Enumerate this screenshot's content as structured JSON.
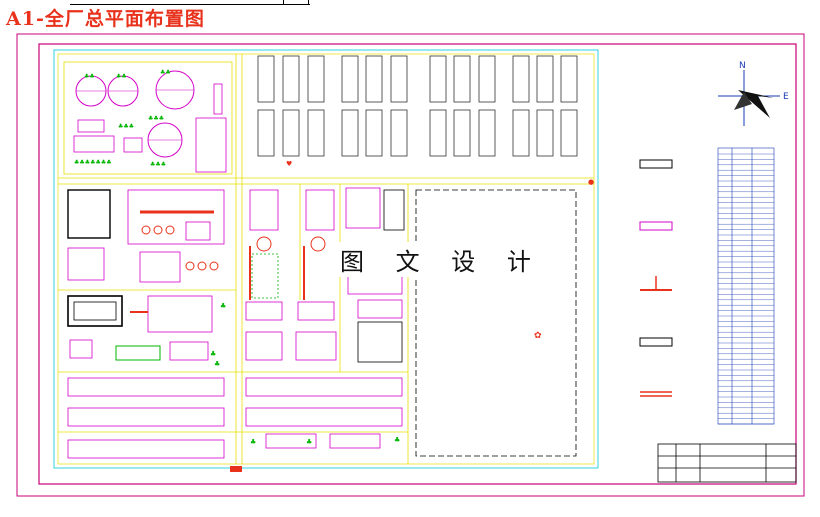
{
  "drawing": {
    "title": "A1-全厂总平面布置图",
    "watermark": "图 文 设 计"
  },
  "compass": {
    "north_label": "N",
    "east_label": "E"
  },
  "colors": {
    "frame": "#c8007a",
    "building": "#d400c8",
    "road": "#e8e000",
    "green": "#00b400",
    "grid_cyan": "#00c8d8",
    "table": "#1a3cb4",
    "title_red": "#e8321c"
  }
}
